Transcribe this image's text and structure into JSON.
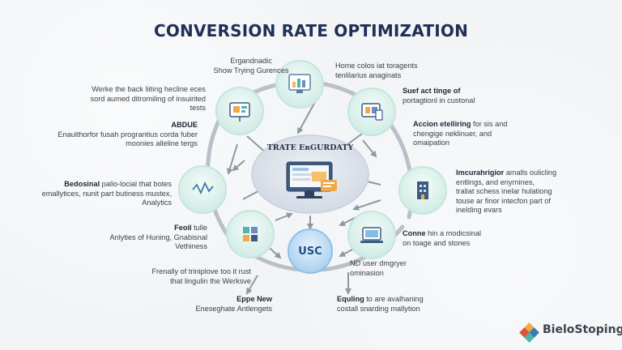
{
  "title": "CONVERSION RATE OPTIMIZATION",
  "center": {
    "title": "TRATE EʀGURDATY",
    "hub_label": "USC"
  },
  "brand": {
    "name": "BieloStoping"
  },
  "labels": {
    "top_center": {
      "line1": "Ergandnadic",
      "line2": "Show Trying Gurences"
    },
    "top_right": {
      "line1": "Home colos iat toragents",
      "line2": "tenlilarius anaginats"
    },
    "upper_left": {
      "line1": "Werke the back liiting hecline eces",
      "line2": "sord aumed ditromiling of insuirited",
      "line3": "tests"
    },
    "upper_right": {
      "line1": "Suef act tinge of",
      "line2": "portagtionl in custonal"
    },
    "abdue": {
      "heading": "ABDUE",
      "line1": "Enaulthorfor fusah prograntius corda fuber",
      "line2": "moonies alleline tergs"
    },
    "action": {
      "heading": "Accion etelliring",
      "line1_rest": " for sis and",
      "line2": "chengige neklinuer, and",
      "line3": "omaipation"
    },
    "bedosinal": {
      "heading": "Bedosinal",
      "line1_rest": " palio-locial that botes",
      "line2": "emallytices, nunit part butiness mustex,",
      "line3": "Analytics"
    },
    "imcurahrigior": {
      "heading": "Imcurahrigior",
      "line1_rest": " amalls oulicling",
      "line2": "entlings, and enyrnines,",
      "line3": "traliat schess inelar hulationg",
      "line4": "touse ar finor intecfon part of",
      "line5": "inelding evars"
    },
    "feoil": {
      "heading": "Feoil",
      "line1_rest": " tulle",
      "line2": "Anlyties of Huning, Gnabisnal",
      "line3": "Vethiness"
    },
    "conne": {
      "heading": "Conne",
      "line1_rest": " hin a modicsinal",
      "line2": "on toage and stones"
    },
    "frenally": {
      "line1": "Frenally of triniplove too it rust",
      "line2": "that lingulin the Werksve"
    },
    "nd_user": {
      "line1": "ND user dmgryer",
      "line2": "ominasion"
    },
    "eppe": {
      "heading": "Eppe New",
      "line2": "Eneseghate Antlengets"
    },
    "equling": {
      "heading": "Equling",
      "line1_rest": " to are avalhaning",
      "line2": "costall snarding mallytion"
    }
  },
  "colors": {
    "title": "#1f2f56",
    "node_fill": "#dff3ee",
    "node_stroke": "#bfe3da",
    "ring": "#b9c0c9",
    "arrow": "#8e98a3",
    "hub_blue": "#b9d9f4",
    "center_oval": "#dde3ec"
  },
  "icons": [
    "monitor-chart-icon",
    "presentation-icon",
    "devices-icon",
    "checklist-icon",
    "waveform-chart-icon",
    "building-icon",
    "blocks-icon",
    "laptop-screen-icon",
    "browser-window-icon"
  ]
}
